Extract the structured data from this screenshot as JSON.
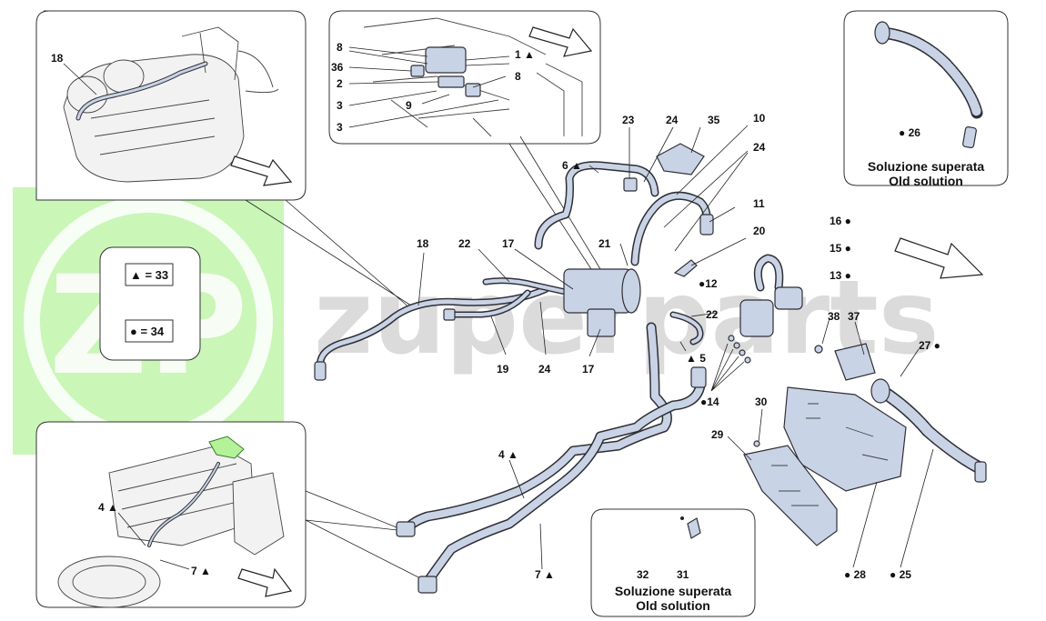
{
  "watermark": {
    "brand": "zuperparts",
    "logo_letters": "ZP",
    "logo_color": "#a8f08c",
    "text_color": "#cfcfcf"
  },
  "legend": {
    "triangle_entry": "▲ = 33",
    "circle_entry": "● = 34"
  },
  "insets": {
    "old_solution_top": {
      "line1": "Soluzione superata",
      "line2": "Old solution",
      "part_label": "● 26"
    },
    "old_solution_bottom": {
      "line1": "Soluzione superata",
      "line2": "Old solution",
      "label_32": "32",
      "label_31": "31"
    },
    "engine_top": {
      "label_18": "18"
    },
    "engine_bottom": {
      "label_4": "4 ▲",
      "label_7": "7 ▲"
    },
    "detail_top": {
      "labels": [
        "8",
        "1 ▲",
        "36",
        "8",
        "2",
        "3",
        "9",
        "3"
      ]
    }
  },
  "callouts": [
    {
      "id": "c23",
      "text": "23"
    },
    {
      "id": "c24a",
      "text": "24"
    },
    {
      "id": "c35",
      "text": "35"
    },
    {
      "id": "c10",
      "text": "10"
    },
    {
      "id": "c6",
      "text": "6 ▲"
    },
    {
      "id": "c24b",
      "text": "24"
    },
    {
      "id": "c11",
      "text": "11"
    },
    {
      "id": "c20",
      "text": "20"
    },
    {
      "id": "c21",
      "text": "21"
    },
    {
      "id": "c18",
      "text": "18"
    },
    {
      "id": "c22a",
      "text": "22"
    },
    {
      "id": "c17a",
      "text": "17"
    },
    {
      "id": "c16",
      "text": "16 ●"
    },
    {
      "id": "c15",
      "text": "15 ●"
    },
    {
      "id": "c13",
      "text": "13 ●"
    },
    {
      "id": "c12",
      "text": "●12"
    },
    {
      "id": "c22b",
      "text": "22"
    },
    {
      "id": "c38",
      "text": "38"
    },
    {
      "id": "c37",
      "text": "37"
    },
    {
      "id": "c27",
      "text": "27 ●"
    },
    {
      "id": "c19",
      "text": "19"
    },
    {
      "id": "c24c",
      "text": "24"
    },
    {
      "id": "c17b",
      "text": "17"
    },
    {
      "id": "c5",
      "text": "▲ 5"
    },
    {
      "id": "c14",
      "text": "●14"
    },
    {
      "id": "c30",
      "text": "30"
    },
    {
      "id": "c29",
      "text": "29"
    },
    {
      "id": "c4",
      "text": "4 ▲"
    },
    {
      "id": "c7",
      "text": "7 ▲"
    },
    {
      "id": "c28",
      "text": "● 28"
    },
    {
      "id": "c25",
      "text": "● 25"
    }
  ]
}
